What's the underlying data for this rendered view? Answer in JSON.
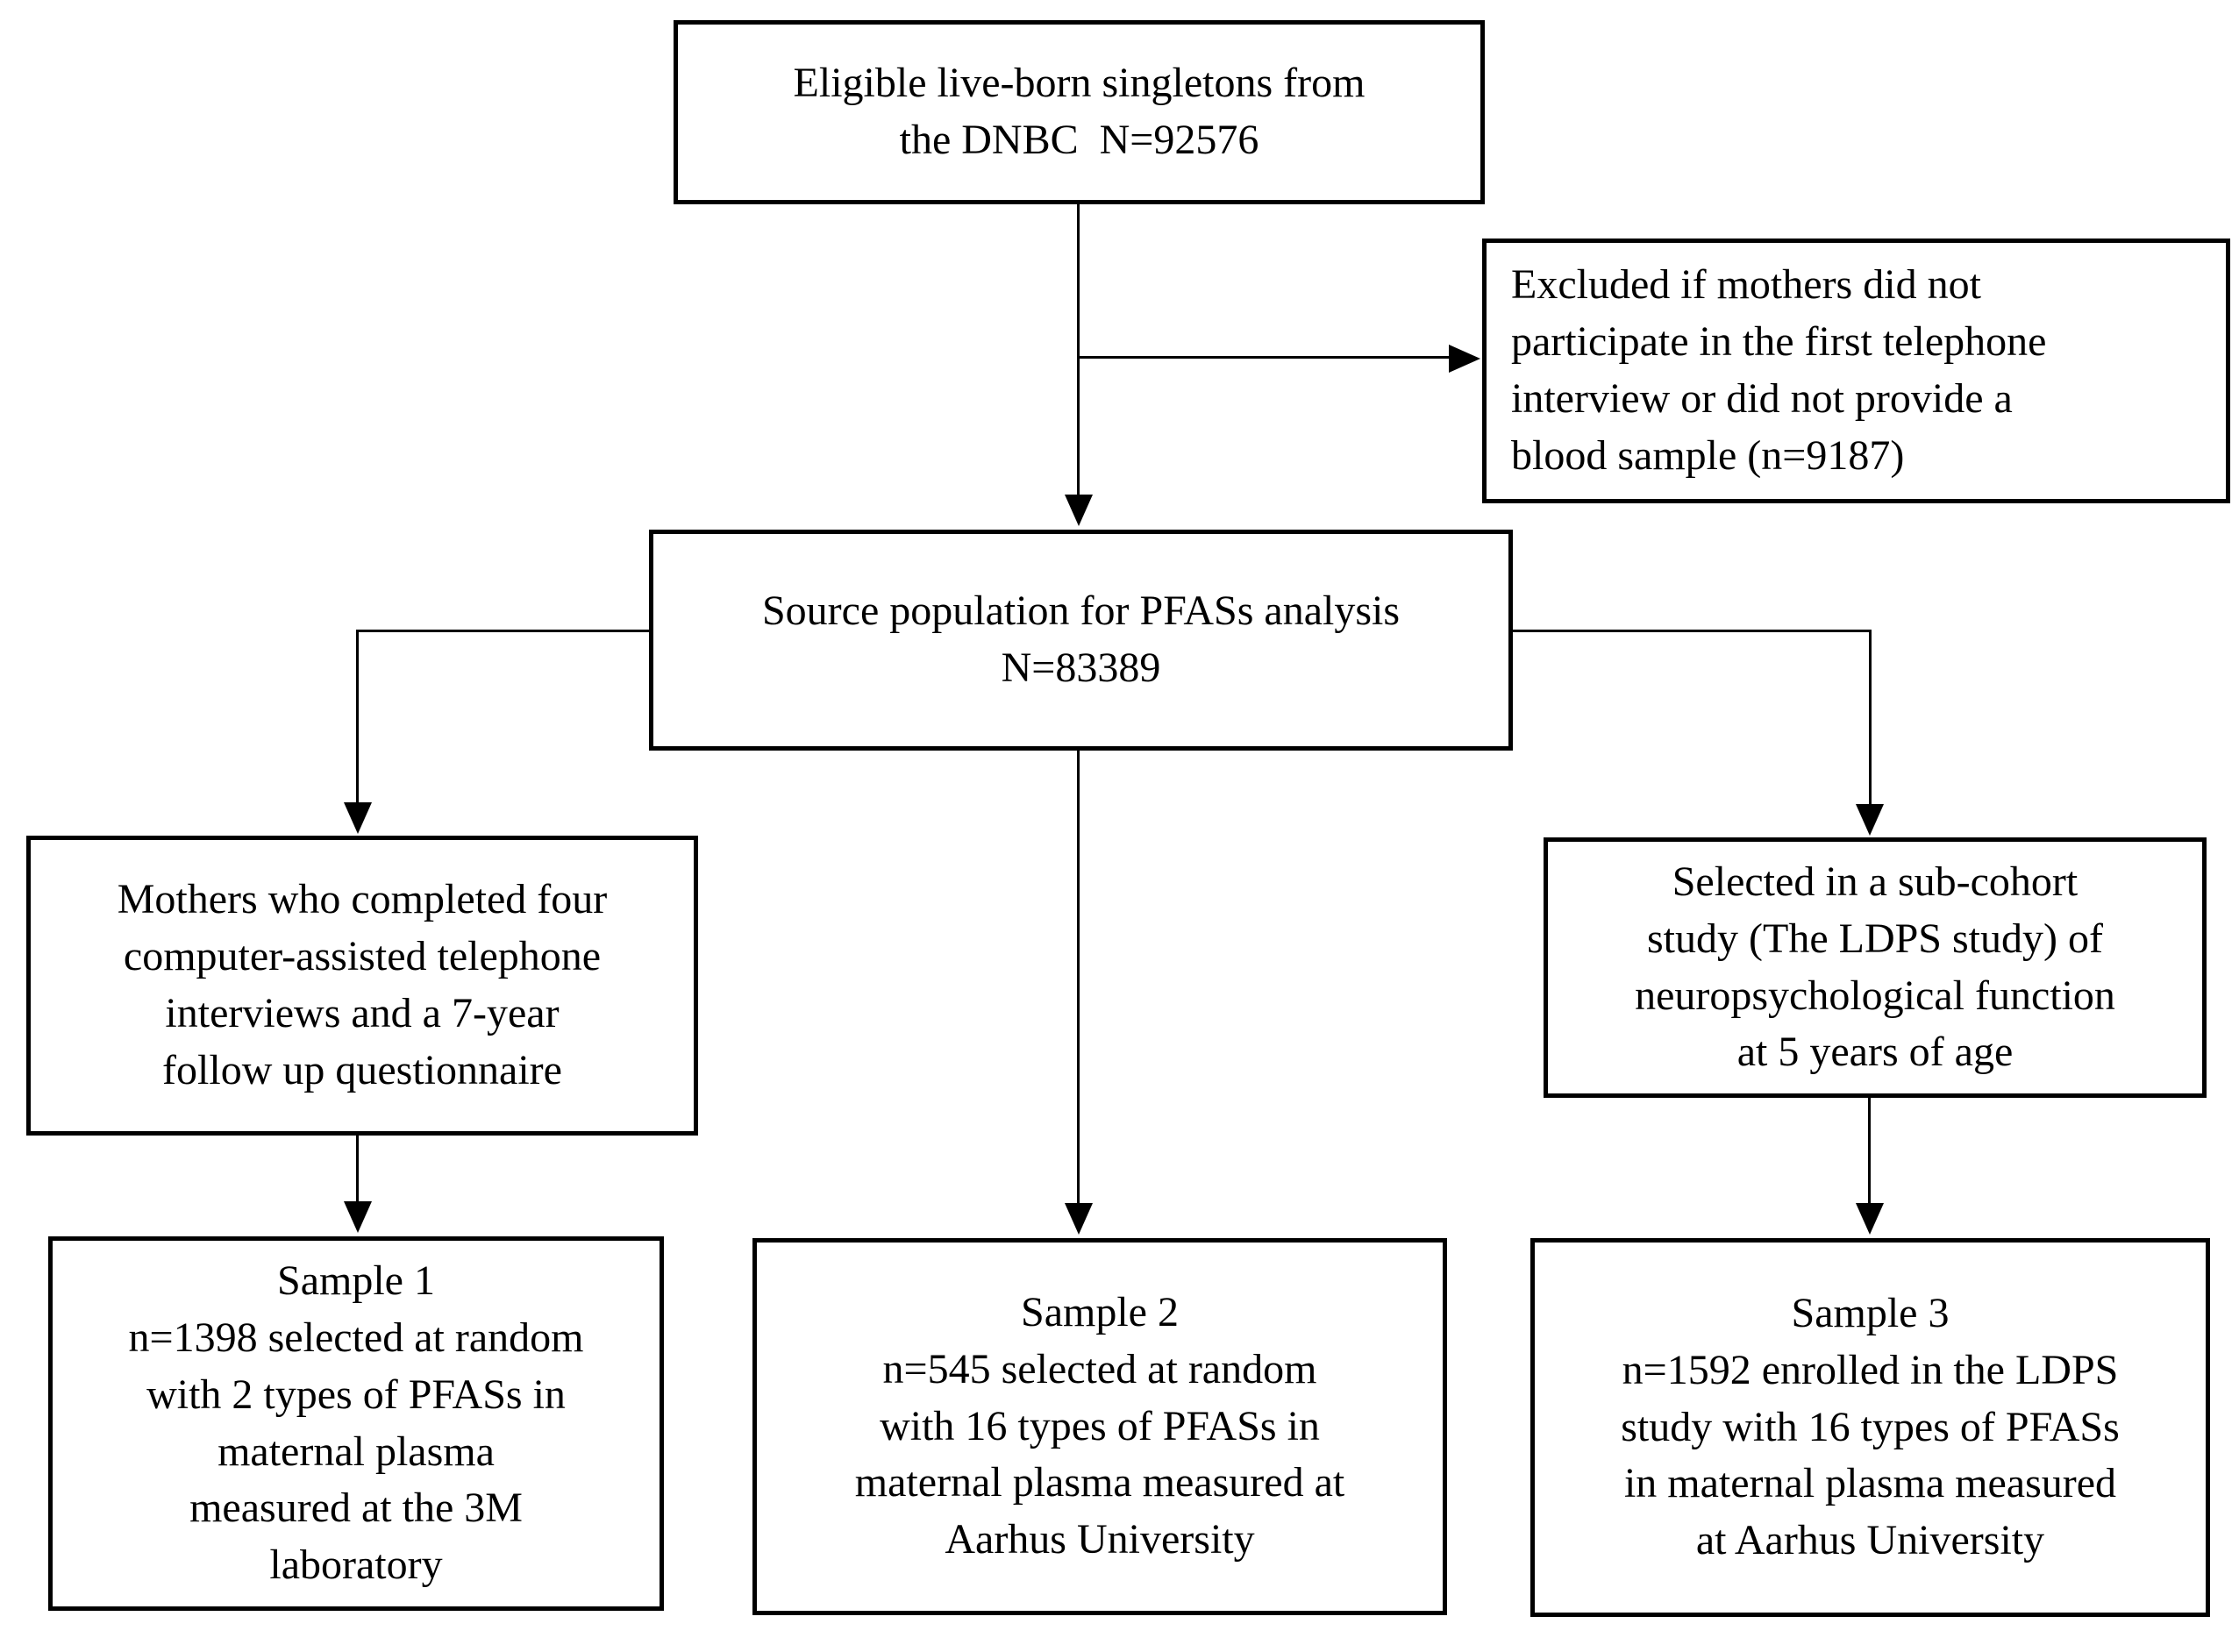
{
  "diagram": {
    "type": "study-flowchart",
    "colors": {
      "background": "#ffffff",
      "box_border": "#000000",
      "line": "#000000",
      "text": "#000000"
    },
    "boxes": {
      "eligible": {
        "id": "eligible",
        "text": "Eligible live-born singletons from\nthe DNBC  N=92576",
        "n": "N=92576"
      },
      "excluded": {
        "id": "excluded",
        "text": "Excluded if mothers did not\nparticipate in the first telephone\ninterview or did not provide a\nblood sample (n=9187)",
        "n": "n=9187"
      },
      "source": {
        "id": "source",
        "text": "Source population for PFASs analysis\nN=83389",
        "n": "N=83389"
      },
      "interviews": {
        "id": "interviews",
        "text": "Mothers who completed four\ncomputer-assisted telephone\ninterviews and a 7-year\nfollow up questionnaire"
      },
      "subcohort": {
        "id": "subcohort",
        "text": "Selected in a sub-cohort\nstudy (The LDPS study) of\nneuropsychological function\nat 5 years of age"
      },
      "sample1": {
        "id": "sample1",
        "text": "Sample 1\nn=1398 selected at random\nwith 2 types of PFASs in\nmaternal plasma\nmeasured at the 3M\nlaboratory",
        "n": "n=1398"
      },
      "sample2": {
        "id": "sample2",
        "text": "Sample 2\nn=545 selected at random\nwith 16 types of PFASs in\nmaternal plasma measured at\nAarhus University",
        "n": "n=545"
      },
      "sample3": {
        "id": "sample3",
        "text": "Sample 3\nn=1592 enrolled in the LDPS\nstudy with 16 types of PFASs\nin maternal plasma measured\nat Aarhus University",
        "n": "n=1592"
      }
    },
    "edges": [
      {
        "from": "eligible",
        "to": "source",
        "style": "arrow"
      },
      {
        "from": "eligible",
        "to": "excluded",
        "style": "arrow-branch-right"
      },
      {
        "from": "source",
        "to": "interviews",
        "style": "arrow-elbow-left"
      },
      {
        "from": "source",
        "to": "sample2",
        "style": "arrow"
      },
      {
        "from": "source",
        "to": "subcohort",
        "style": "arrow-elbow-right"
      },
      {
        "from": "interviews",
        "to": "sample1",
        "style": "arrow"
      },
      {
        "from": "subcohort",
        "to": "sample3",
        "style": "arrow"
      }
    ]
  }
}
